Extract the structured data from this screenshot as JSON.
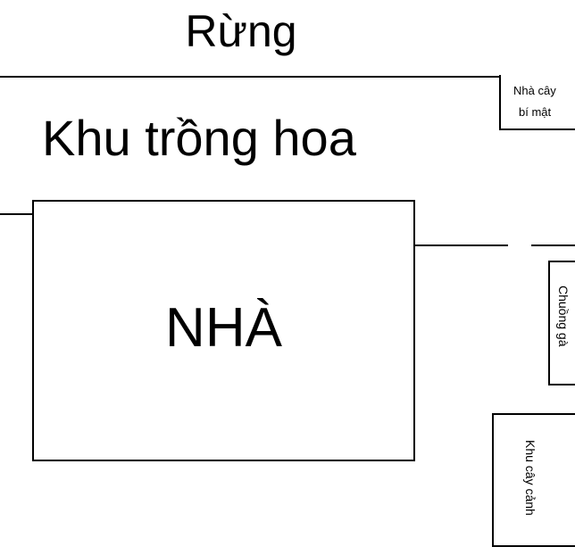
{
  "diagram": {
    "forest_label": "Rừng",
    "flower_area_label": "Khu trồng hoa",
    "house_label": "NHÀ",
    "secret_treehouse_label_line1": "Nhà cây",
    "secret_treehouse_label_line2": "bí mật",
    "chicken_coop_label": "Chuồng gà",
    "ornamental_garden_label": "Khu cây cảnh"
  }
}
